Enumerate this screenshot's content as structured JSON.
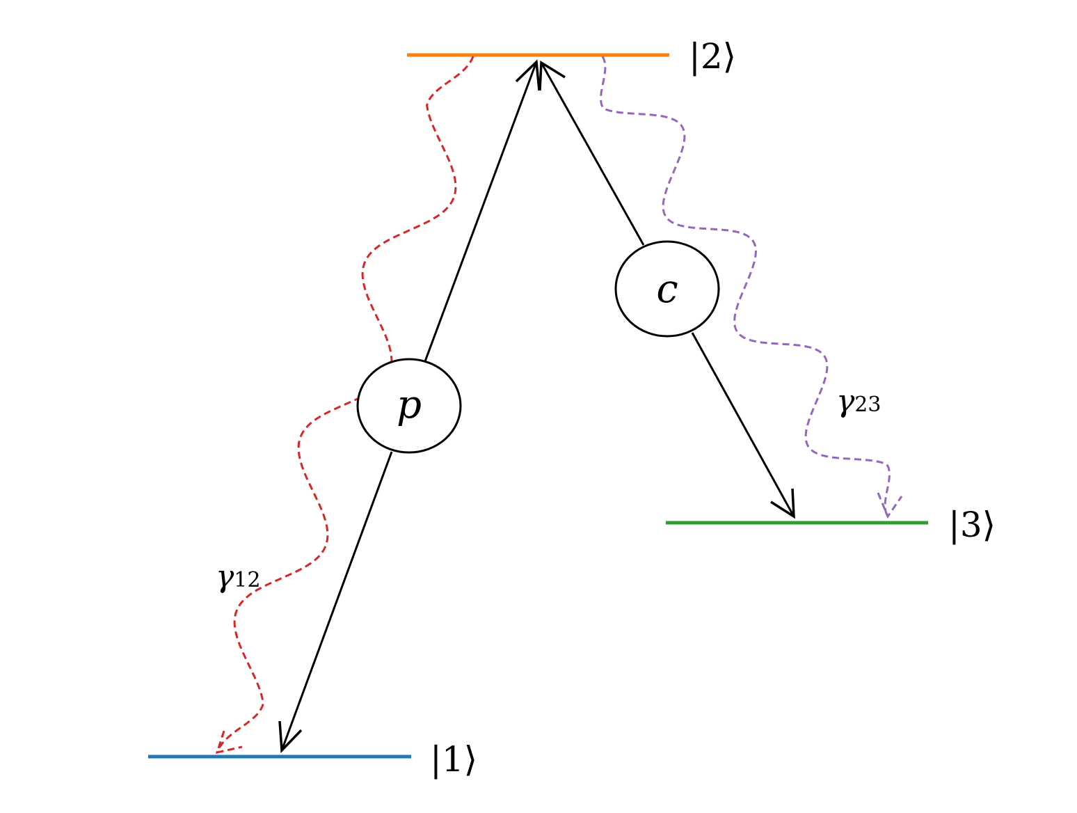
{
  "levels": {
    "level_1": {
      "label": "|1⟩",
      "color": "#1f77b4"
    },
    "level_2": {
      "label": "|2⟩",
      "color": "#ff7f0e"
    },
    "level_3": {
      "label": "|3⟩",
      "color": "#2ca02c"
    }
  },
  "fields": {
    "probe": {
      "label": "p"
    },
    "coupling": {
      "label": "c"
    }
  },
  "decays": {
    "gamma_12": {
      "symbol": "γ",
      "subscript": "12",
      "color": "#d62728"
    },
    "gamma_23": {
      "symbol": "γ",
      "subscript": "23",
      "color": "#9467bd"
    }
  },
  "colors": {
    "arrow": "#000000"
  }
}
